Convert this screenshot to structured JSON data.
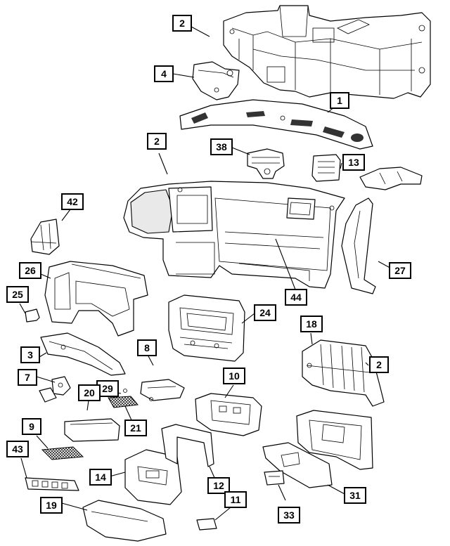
{
  "diagram": {
    "colors": {
      "line": "#000000",
      "background": "#ffffff",
      "part_fill": "#e9e9e9"
    },
    "callouts": [
      {
        "id": "c-2a",
        "label": "2"
      },
      {
        "id": "c-4",
        "label": "4"
      },
      {
        "id": "c-1",
        "label": "1"
      },
      {
        "id": "c-2b",
        "label": "2"
      },
      {
        "id": "c-38",
        "label": "38"
      },
      {
        "id": "c-13",
        "label": "13"
      },
      {
        "id": "c-42",
        "label": "42"
      },
      {
        "id": "c-26",
        "label": "26"
      },
      {
        "id": "c-27",
        "label": "27"
      },
      {
        "id": "c-25",
        "label": "25"
      },
      {
        "id": "c-44",
        "label": "44"
      },
      {
        "id": "c-24",
        "label": "24"
      },
      {
        "id": "c-18",
        "label": "18"
      },
      {
        "id": "c-3",
        "label": "3"
      },
      {
        "id": "c-8",
        "label": "8"
      },
      {
        "id": "c-2c",
        "label": "2"
      },
      {
        "id": "c-7",
        "label": "7"
      },
      {
        "id": "c-29",
        "label": "29"
      },
      {
        "id": "c-10",
        "label": "10"
      },
      {
        "id": "c-20",
        "label": "20"
      },
      {
        "id": "c-21",
        "label": "21"
      },
      {
        "id": "c-9",
        "label": "9"
      },
      {
        "id": "c-43",
        "label": "43"
      },
      {
        "id": "c-14",
        "label": "14"
      },
      {
        "id": "c-12",
        "label": "12"
      },
      {
        "id": "c-31",
        "label": "31"
      },
      {
        "id": "c-11",
        "label": "11"
      },
      {
        "id": "c-19",
        "label": "19"
      },
      {
        "id": "c-33",
        "label": "33"
      }
    ]
  }
}
